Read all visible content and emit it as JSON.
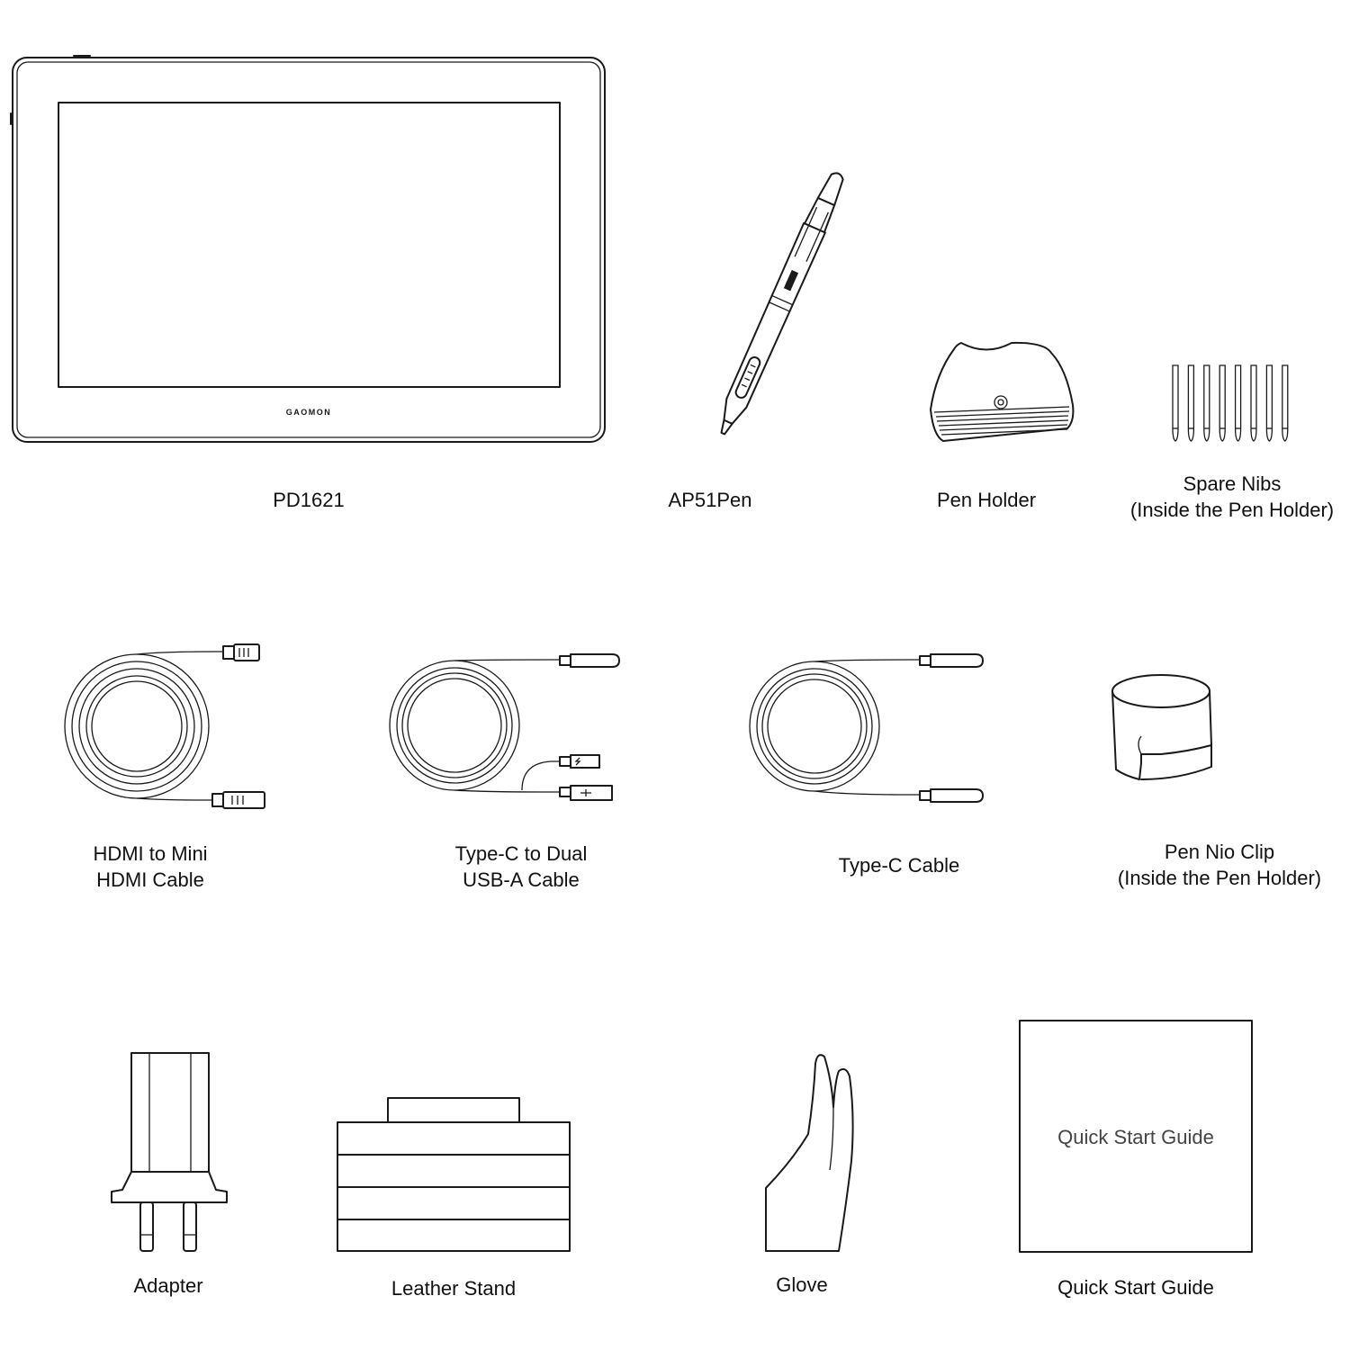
{
  "brand": {
    "logo_text": "GAOMON"
  },
  "items": [
    {
      "id": "tablet",
      "icon": "pen-display-icon",
      "lines": [
        "PD1621"
      ]
    },
    {
      "id": "pen",
      "icon": "stylus-pen-icon",
      "lines": [
        "AP51Pen"
      ]
    },
    {
      "id": "pen-holder",
      "icon": "pen-holder-icon",
      "lines": [
        "Pen Holder"
      ]
    },
    {
      "id": "spare-nibs",
      "icon": "spare-nibs-icon",
      "lines": [
        "Spare Nibs",
        "(Inside the Pen Holder)"
      ]
    },
    {
      "id": "hdmi-cable",
      "icon": "hdmi-cable-icon",
      "lines": [
        "HDMI to Mini",
        "HDMI Cable"
      ]
    },
    {
      "id": "typec-dual-cable",
      "icon": "typec-dual-usb-cable-icon",
      "lines": [
        "Type-C to Dual",
        "USB-A Cable"
      ]
    },
    {
      "id": "typec-cable",
      "icon": "typec-cable-icon",
      "lines": [
        "Type-C Cable"
      ]
    },
    {
      "id": "nib-clip",
      "icon": "nib-clip-icon",
      "lines": [
        "Pen Nio Clip",
        "(Inside the Pen Holder)"
      ]
    },
    {
      "id": "adapter",
      "icon": "power-adapter-icon",
      "lines": [
        "Adapter"
      ]
    },
    {
      "id": "leather-stand",
      "icon": "leather-stand-icon",
      "lines": [
        "Leather Stand"
      ]
    },
    {
      "id": "glove",
      "icon": "glove-icon",
      "lines": [
        "Glove"
      ]
    },
    {
      "id": "quick-start-guide",
      "icon": "booklet-icon",
      "lines": [
        "Quick Start Guide"
      ],
      "cover_text": "Quick Start Guide"
    }
  ]
}
